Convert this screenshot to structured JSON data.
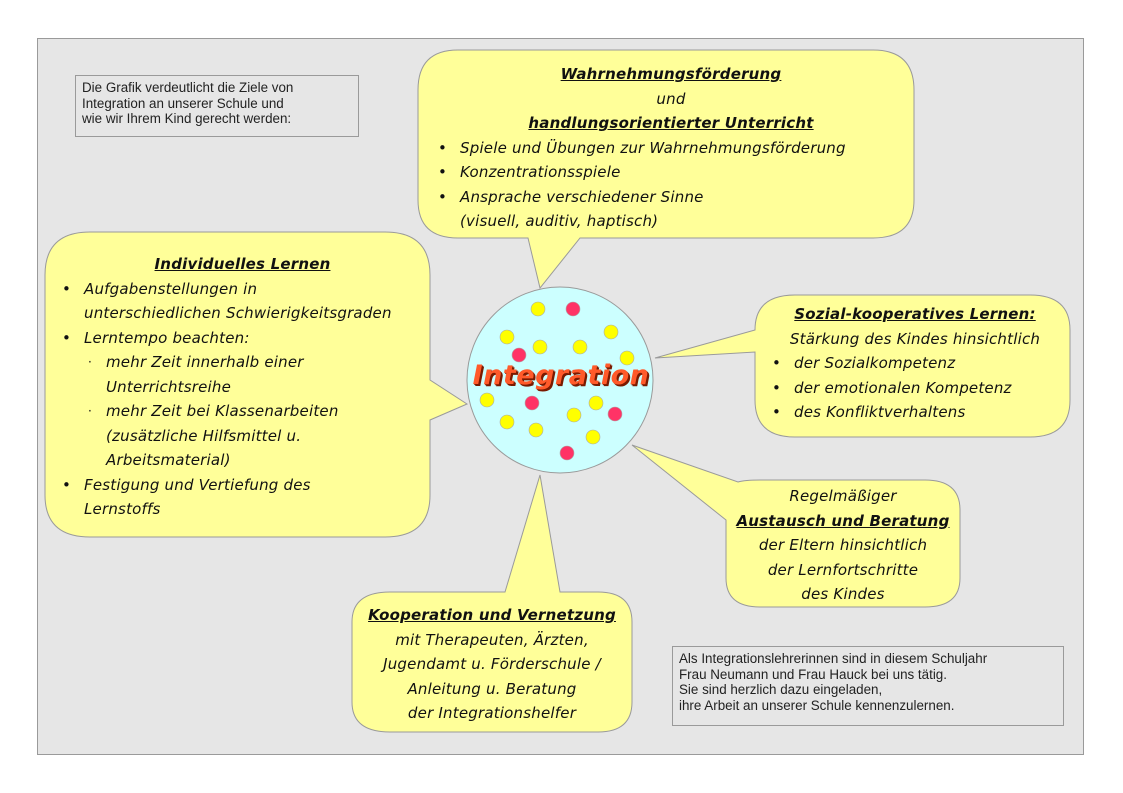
{
  "intro_note": [
    "Die Grafik verdeutlicht die Ziele von",
    "Integration an unserer Schule und",
    "wie wir Ihrem Kind gerecht werden:"
  ],
  "center": {
    "title": "Integration"
  },
  "bubble_top": {
    "title_line1": "Wahrnehmungsförderung",
    "title_line2": "und",
    "title_line3": "handlungsorientierter Unterricht",
    "items": [
      "Spiele und Übungen zur Wahrnehmungsförderung",
      "Konzentrationsspiele",
      "Ansprache verschiedener Sinne"
    ],
    "item_continuation": "(visuell, auditiv, haptisch)"
  },
  "bubble_left": {
    "title": "Individuelles Lernen",
    "item1": "Aufgabenstellungen in",
    "item1_cont": "unterschiedlichen Schwierigkeitsgraden",
    "item2": "Lerntempo beachten:",
    "sub1": "mehr Zeit innerhalb einer",
    "sub1_cont": "Unterrichtsreihe",
    "sub2": "mehr Zeit bei Klassenarbeiten",
    "sub2_cont1": "(zusätzliche Hilfsmittel u.",
    "sub2_cont2": "Arbeitsmaterial)",
    "item3": "Festigung und Vertiefung des",
    "item3_cont": "Lernstoffs"
  },
  "bubble_right": {
    "title": "Sozial-kooperatives Lernen:",
    "subtitle": "Stärkung des Kindes hinsichtlich",
    "items": [
      "der Sozialkompetenz",
      "der emotionalen Kompetenz",
      "des Konfliktverhaltens"
    ]
  },
  "bubble_lower_right": {
    "line1": "Regelmäßiger",
    "title": "Austausch und Beratung",
    "line3": "der Eltern hinsichtlich",
    "line4": "der Lernfortschritte",
    "line5": "des Kindes"
  },
  "bubble_bottom": {
    "title": "Kooperation und Vernetzung",
    "line2": "mit Therapeuten, Ärzten,",
    "line3": "Jugendamt u. Förderschule /",
    "line4": "Anleitung u. Beratung",
    "line5": "der Integrationshelfer"
  },
  "outro_note": [
    "Als Integrationslehrerinnen sind in diesem Schuljahr",
    "Frau Neumann und Frau Hauck bei uns tätig.",
    "Sie sind herzlich dazu eingeladen,",
    "ihre Arbeit an unserer Schule kennenzulernen."
  ],
  "colors": {
    "bubble_fill": "#ffff99",
    "bubble_stroke": "#9a9a9a",
    "circle_fill": "#ccffff",
    "dot_yellow": "#ffff00",
    "dot_red": "#ff3366",
    "title_color": "#ff5a2a"
  }
}
